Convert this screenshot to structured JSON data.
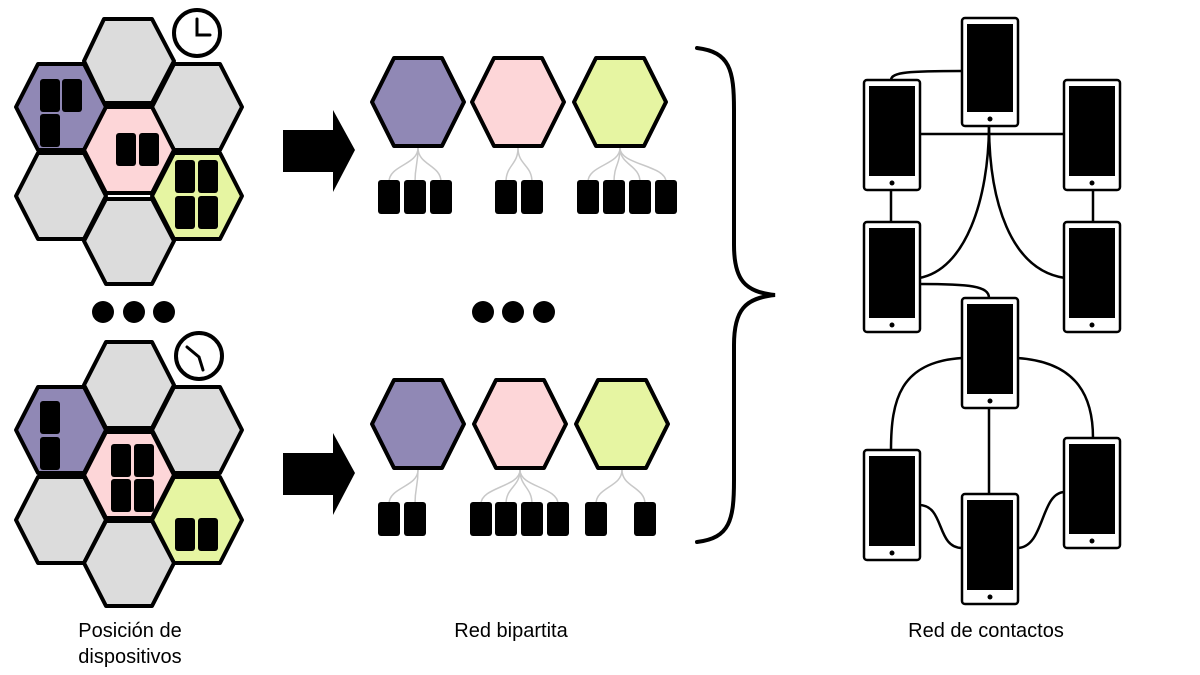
{
  "captions": {
    "device_positions": [
      "Posición de",
      "dispositivos"
    ],
    "bipartite_network": "Red bipartita",
    "contact_network": "Red de contactos"
  },
  "colors": {
    "cell_purple": "#9088b5",
    "cell_pink": "#fdd6d8",
    "cell_green": "#e6f5a2",
    "cell_gray": "#dcdcdc",
    "device": "#000000"
  },
  "snapshots": [
    {
      "clock_icon": "clock-3-oclock-icon",
      "cell_devices": {
        "purple": 3,
        "pink": 2,
        "green": 4
      }
    },
    {
      "clock_icon": "clock-4-oclock-icon",
      "cell_devices": {
        "purple": 2,
        "pink": 4,
        "green": 2
      }
    }
  ],
  "ellipsis_icon": "three-dots-icon",
  "arrow_icon": "right-arrow-icon",
  "brace_icon": "right-curly-brace-icon",
  "contact_network": {
    "phone_count": 9,
    "edge_count": 12
  }
}
